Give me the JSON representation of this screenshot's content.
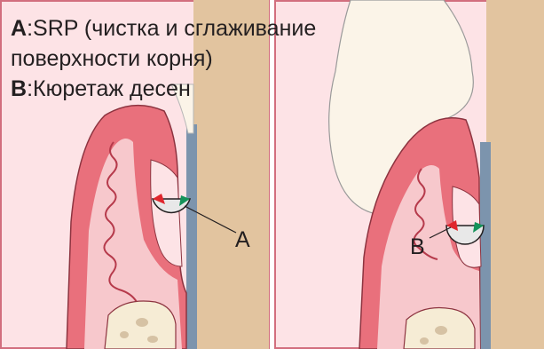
{
  "caption": {
    "line_a_key": "A",
    "line_a_sep": ":",
    "line_a_text": "SRP (чистка и сглаживание",
    "line_a_cont": "поверхности корня)",
    "line_b_key": "B",
    "line_b_sep": ":",
    "line_b_text": "Кюретаж десен"
  },
  "callouts": {
    "a": "A",
    "b": "B"
  },
  "colors": {
    "background": "#fde3e6",
    "border": "#d26e7e",
    "root_surface": "#e2c49f",
    "root_edge": "#7c94ad",
    "gum_outer": "#e9707c",
    "gum_inner": "#f7c8cc",
    "crown": "#fbf4e8",
    "bone": "#f6ecd5",
    "instrument_red": "#e0262d",
    "instrument_green": "#15935a"
  }
}
